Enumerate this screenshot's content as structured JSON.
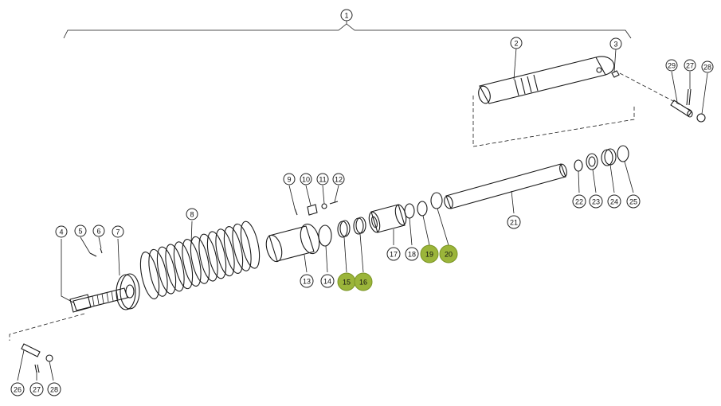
{
  "callouts": [
    {
      "id": "c1",
      "label": "1",
      "hl": false
    },
    {
      "id": "c2",
      "label": "2",
      "hl": false
    },
    {
      "id": "c3",
      "label": "3",
      "hl": false
    },
    {
      "id": "c29",
      "label": "29",
      "hl": false
    },
    {
      "id": "c27a",
      "label": "27",
      "hl": false
    },
    {
      "id": "c28a",
      "label": "28",
      "hl": false
    },
    {
      "id": "c4",
      "label": "4",
      "hl": false
    },
    {
      "id": "c5",
      "label": "5",
      "hl": false
    },
    {
      "id": "c6",
      "label": "6",
      "hl": false
    },
    {
      "id": "c7",
      "label": "7",
      "hl": false
    },
    {
      "id": "c8",
      "label": "8",
      "hl": false
    },
    {
      "id": "c9",
      "label": "9",
      "hl": false
    },
    {
      "id": "c10",
      "label": "10",
      "hl": false
    },
    {
      "id": "c11",
      "label": "11",
      "hl": false
    },
    {
      "id": "c12",
      "label": "12",
      "hl": false
    },
    {
      "id": "c13",
      "label": "13",
      "hl": false
    },
    {
      "id": "c14",
      "label": "14",
      "hl": false
    },
    {
      "id": "c15",
      "label": "15",
      "hl": true
    },
    {
      "id": "c16",
      "label": "16",
      "hl": true
    },
    {
      "id": "c17",
      "label": "17",
      "hl": false
    },
    {
      "id": "c18",
      "label": "18",
      "hl": false
    },
    {
      "id": "c19",
      "label": "19",
      "hl": true
    },
    {
      "id": "c20",
      "label": "20",
      "hl": true
    },
    {
      "id": "c21",
      "label": "21",
      "hl": false
    },
    {
      "id": "c22",
      "label": "22",
      "hl": false
    },
    {
      "id": "c23",
      "label": "23",
      "hl": false
    },
    {
      "id": "c24",
      "label": "24",
      "hl": false
    },
    {
      "id": "c25",
      "label": "25",
      "hl": false
    },
    {
      "id": "c26",
      "label": "26",
      "hl": false
    },
    {
      "id": "c27b",
      "label": "27",
      "hl": false
    },
    {
      "id": "c28b",
      "label": "28",
      "hl": false
    }
  ],
  "colors": {
    "highlight": "#9bb53a",
    "line": "#1a1a1a"
  }
}
